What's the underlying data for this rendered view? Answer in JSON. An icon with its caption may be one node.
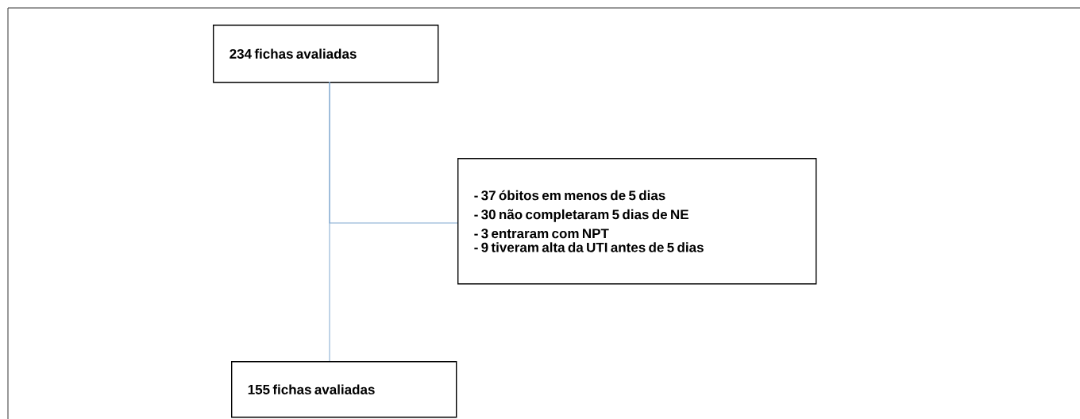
{
  "diagram": {
    "nodes": [
      {
        "text": [
          "234 fichas avaliadas"
        ]
      },
      {
        "text": [
          "- 37 óbitos em menos de 5 dias",
          "- 30 não completaram 5 dias de NE",
          "- 3 entraram com NPT",
          "- 9 tiveram alta da UTI antes de 5 dias"
        ]
      },
      {
        "text": [
          "155 fichas avaliadas"
        ]
      }
    ],
    "edges": [
      {
        "from": 0,
        "to": 2,
        "arrow": "none"
      },
      {
        "from": 0,
        "to": 1,
        "arrow": "none"
      }
    ]
  }
}
